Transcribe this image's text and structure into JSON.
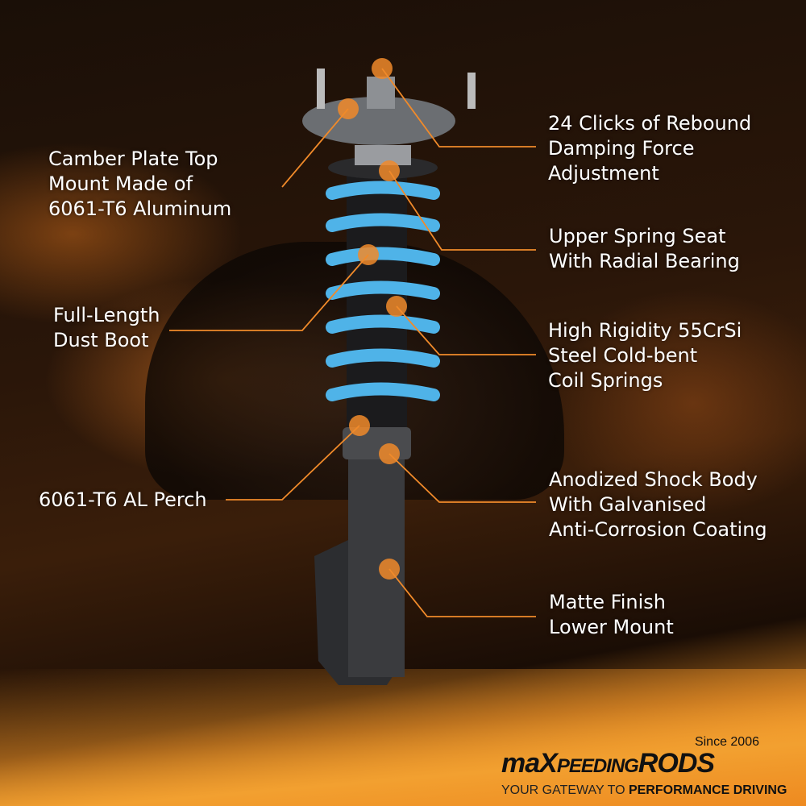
{
  "labels": {
    "camber": [
      "Camber Plate Top",
      "Mount Made of",
      "6061-T6 Aluminum"
    ],
    "boot": [
      "Full-Length",
      "Dust Boot"
    ],
    "perch": [
      "6061-T6 AL Perch"
    ],
    "clicks": [
      "24 Clicks of Rebound",
      "Damping Force",
      "Adjustment"
    ],
    "seat": [
      "Upper Spring Seat",
      "With Radial Bearing"
    ],
    "spring": [
      "High Rigidity 55CrSi",
      "Steel Cold-bent",
      "Coil Springs"
    ],
    "body": [
      "Anodized Shock Body",
      "With Galvanised",
      "Anti-Corrosion Coating"
    ],
    "lower": [
      "Matte Finish",
      "Lower Mount"
    ]
  },
  "logo": {
    "since": "Since 2006",
    "brand_a": "maX",
    "brand_b": "PEEDING",
    "brand_c": "RODS",
    "tag_a": "YOUR GATEWAY TO ",
    "tag_b": "PERFORMANCE DRIVING"
  },
  "colors": {
    "accent": "#f08a2a",
    "spring": "#4fb3e8",
    "text": "#ffffff"
  }
}
